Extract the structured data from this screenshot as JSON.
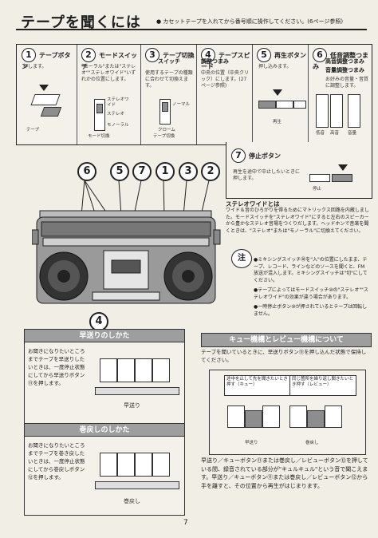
{
  "header": {
    "title": "テープを聞くには",
    "note": "● カセットテープを入れてから番号順に操作してください。(6ページ参照)"
  },
  "steps": [
    {
      "num": "1",
      "title": "テープボタン",
      "desc": "押します。",
      "label": "テープ"
    },
    {
      "num": "2",
      "title": "モードスイッチ",
      "desc": "\"モーラル\"または\"ステレオ\"\"ステレオワイド\"いずれかの位置にします。",
      "label1": "ステレオワイド",
      "label2": "ステレオ",
      "label3": "モノーラル",
      "label4": "モード切換"
    },
    {
      "num": "3",
      "title": "テープ切換",
      "title2": "スイッチ",
      "desc": "使用するテープの種類に合わせて切換えます。",
      "label1": "ノーマル",
      "label2": "クローム",
      "label3": "テープ切換"
    },
    {
      "num": "4",
      "title": "テープスピード",
      "title2": "調整つまみ",
      "desc": "中央の位置（中央クリック）にします。(27ページ参照)"
    },
    {
      "num": "5",
      "title": "再生ボタン",
      "desc": "押し込みます。",
      "label": "再生"
    },
    {
      "num": "6",
      "title": "低音調整つまみ",
      "title2": "高音調整つまみ",
      "title3": "音量調整つまみ",
      "desc": "お好みの音量・音質に調整します。",
      "label1": "低音",
      "label2": "高音",
      "label3": "音量"
    }
  ],
  "step7": {
    "num": "7",
    "title": "停止ボタン",
    "desc": "再生を途中で中止したいときに押します。",
    "label": "停止"
  },
  "callouts": [
    "6",
    "5",
    "7",
    "1",
    "3",
    "2",
    "4"
  ],
  "stereo": {
    "title": "ステレオワイドとは",
    "body": "ワイド＆音のひろがりを得るためにマトリックス回路を内蔵しました。モードスイッチを\"ステレオワイド\"にすると左右のスピーカーから豊かなステレオ音場をつくりだします。ヘッドホンで音楽を聞くときは、\"ステレオ\"または\"モノーラル\"に切換えてください。"
  },
  "notes": {
    "mark": "注",
    "items": [
      "●ミキシングスイッチ⑳を\"入\"の位置にしたまま、テープ、レコード、ラインなどのソースを聞くと、FM放送が混入します。ミキシングスイッチは\"切\"にしてください。",
      "●テープによってはモードスイッチ⑩の\"ステレオ\"\"ステレオワイド\"の効果が違う場合があります。",
      "●一時停止ボタン⑩が押されているとテープは回転しません。"
    ]
  },
  "ff": {
    "head": "早送りのしかた",
    "body": "お聞きになりたいところまでテープを早送りしたいときは、一度停止状態にしてから早送りボタン⑪を押します。",
    "label": "早送り"
  },
  "rew": {
    "head": "巻戻しのしかた",
    "body": "お聞きになりたいところまでテープを巻き戻したいときは、一度停止状態にしてから巻戻しボタン⑫を押します。",
    "label": "巻戻し"
  },
  "cue": {
    "head": "キュー機構とレビュー機構について",
    "intro": "テープを聞いているときに、早送りボタン⑪を押し込んだ状態で保持してください。",
    "bubble1": "途中を止して先を聞きたいとき押す（キュー）",
    "bubble2": "同じ箇所を繰り返し聞きたいとき押す（レビュー）",
    "label1": "早送り",
    "label2": "巻戻し",
    "body": "早送り／キューボタン⑪または巻戻し／レビューボタン⑫を押している間、録音されている部分が\"キュルキュル\"という音で聞こえます。早送り／キューボタン⑪または巻戻し／レビューボタン⑫から手を離すと、その位置から再生がはじまります。"
  },
  "page_number": "7"
}
